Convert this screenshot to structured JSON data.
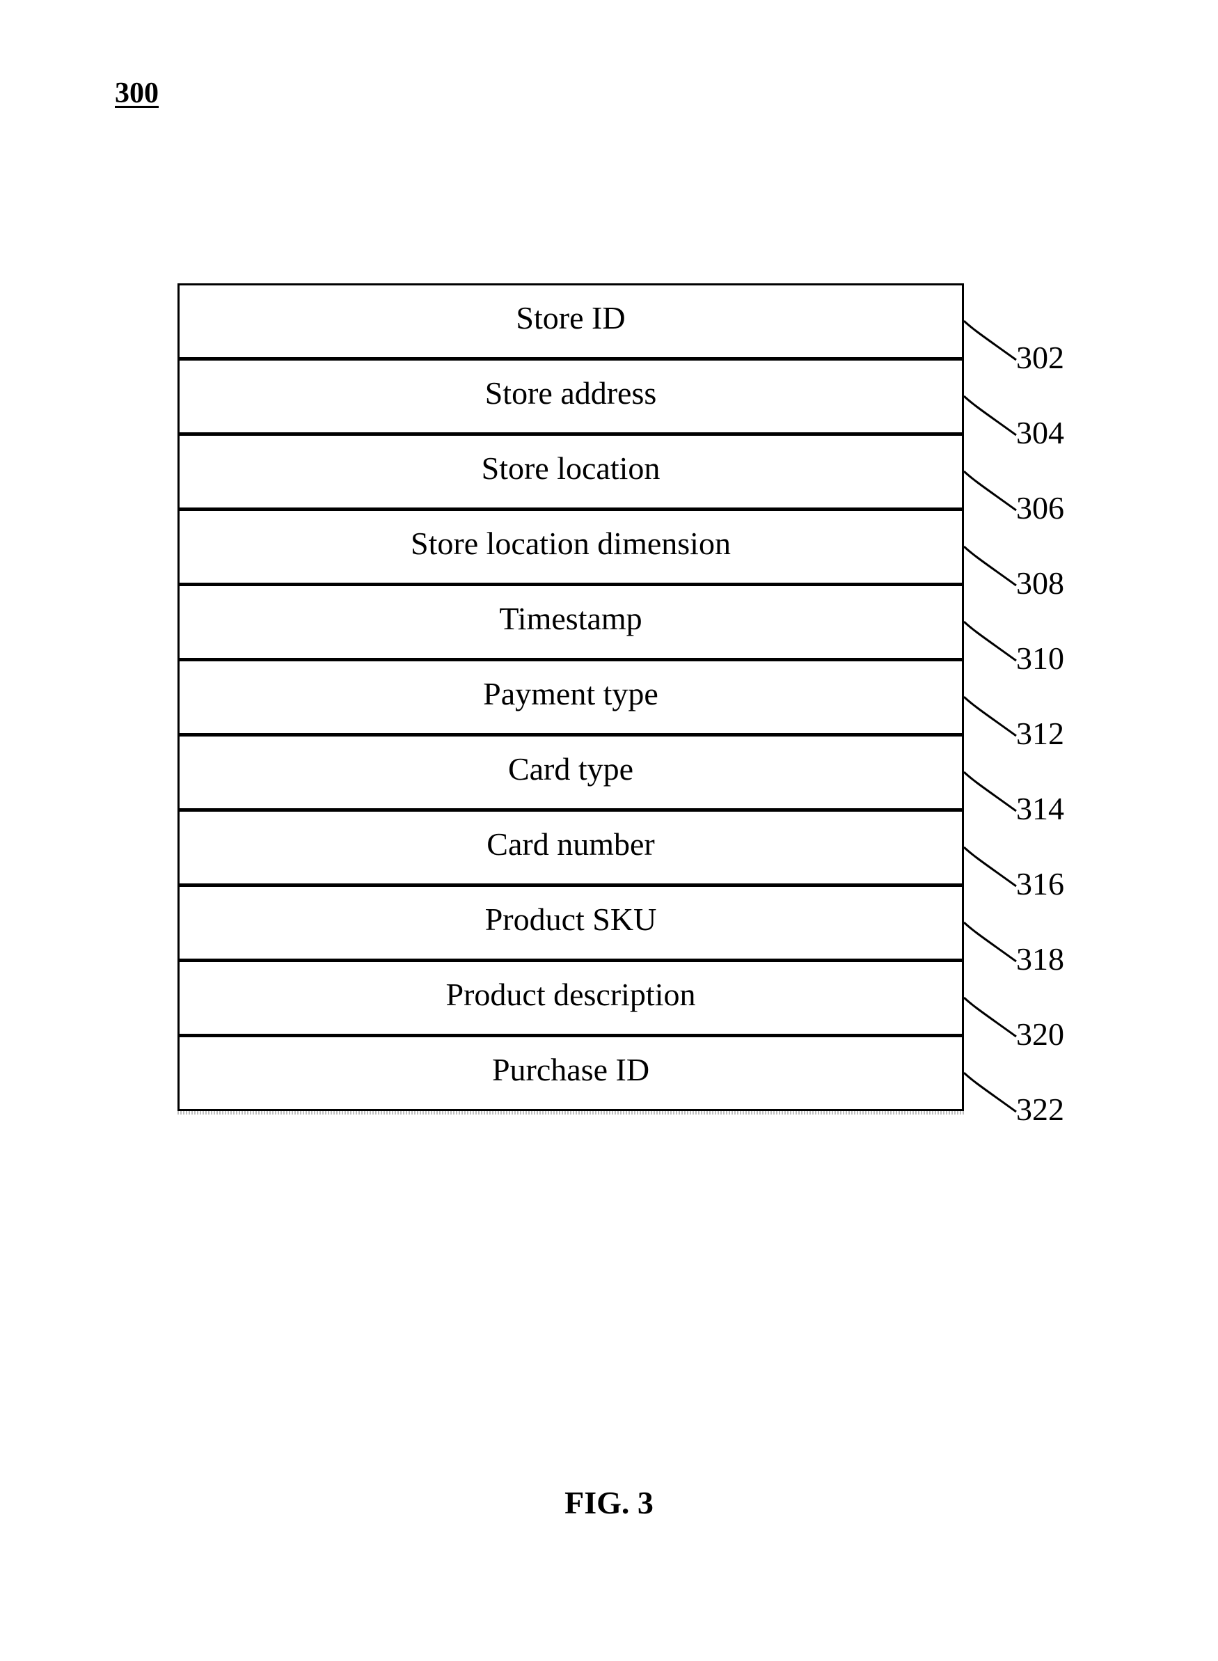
{
  "figure_number": "300",
  "fields": [
    {
      "label": "Store ID",
      "ref": "302"
    },
    {
      "label": "Store address",
      "ref": "304"
    },
    {
      "label": "Store location",
      "ref": "306"
    },
    {
      "label": "Store location dimension",
      "ref": "308"
    },
    {
      "label": "Timestamp",
      "ref": "310"
    },
    {
      "label": "Payment type",
      "ref": "312"
    },
    {
      "label": "Card type",
      "ref": "314"
    },
    {
      "label": "Card number",
      "ref": "316"
    },
    {
      "label": "Product SKU",
      "ref": "318"
    },
    {
      "label": "Product description",
      "ref": "320"
    },
    {
      "label": "Purchase ID",
      "ref": "322"
    }
  ],
  "caption": "FIG. 3"
}
